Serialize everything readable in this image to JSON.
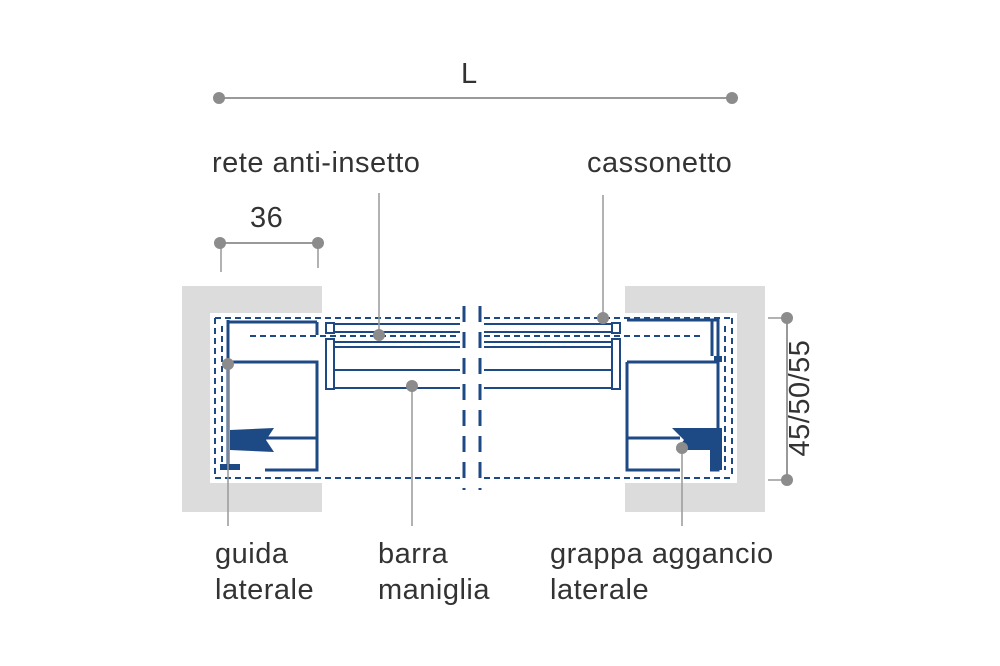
{
  "dimensions": {
    "width_label": "L",
    "guide_width": "36",
    "height_options": "45/50/55"
  },
  "labels": {
    "insect_net": "rete anti-insetto",
    "box": "cassonetto",
    "side_guide": [
      "guida",
      "laterale"
    ],
    "handle_bar": [
      "barra",
      "maniglia"
    ],
    "side_clip": [
      "grappa aggancio",
      "laterale"
    ]
  },
  "colors": {
    "profile": "#1d4a84",
    "wall": "#dcdcdc",
    "leader": "#999999",
    "dot": "#8c8c8c",
    "text": "#333333"
  }
}
